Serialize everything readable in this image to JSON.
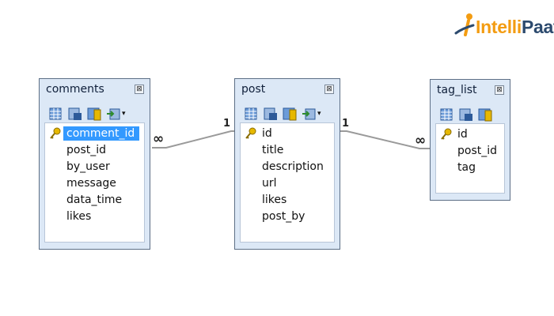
{
  "brand": {
    "logo_part1": "Intelli",
    "logo_part2": "Paat"
  },
  "tables": {
    "comments": {
      "title": "comments",
      "fields": [
        "comment_id",
        "post_id",
        "by_user",
        "message",
        "data_time",
        "likes"
      ],
      "selected_field": "comment_id"
    },
    "post": {
      "title": "post",
      "fields": [
        "id",
        "title",
        "description",
        "url",
        "likes",
        "post_by"
      ]
    },
    "tag_list": {
      "title": "tag_list",
      "fields": [
        "id",
        "post_id",
        "tag"
      ]
    }
  },
  "relations": [
    {
      "from": "post",
      "to": "comments",
      "one_label": "1",
      "many_label": "∞"
    },
    {
      "from": "post",
      "to": "tag_list",
      "one_label": "1",
      "many_label": "∞"
    }
  ],
  "ui": {
    "close_glyph": "⊠",
    "dropdown_glyph": "▾"
  },
  "colors": {
    "window_bg": "#dce8f6",
    "selection": "#3399ff",
    "key": "#e6b800"
  }
}
